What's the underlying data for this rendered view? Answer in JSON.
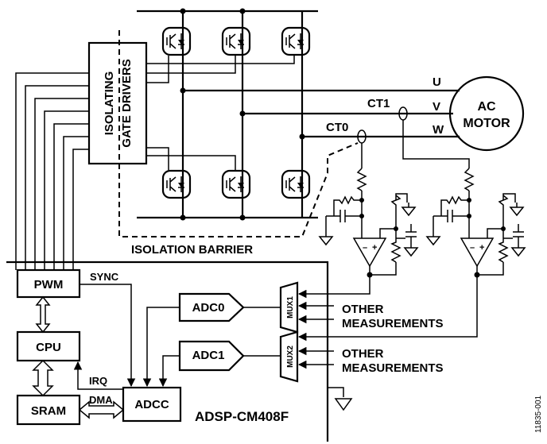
{
  "figure_id": "11835-001",
  "blocks": {
    "gate_drivers_line1": "ISOLATING",
    "gate_drivers_line2": "GATE DRIVERS",
    "isolation_barrier": "ISOLATION BARRIER",
    "motor_line1": "AC",
    "motor_line2": "MOTOR",
    "pwm": "PWM",
    "cpu": "CPU",
    "sram": "SRAM",
    "adcc": "ADCC",
    "adc0": "ADC0",
    "adc1": "ADC1",
    "mux1": "MUX1",
    "mux2": "MUX2",
    "chip_name": "ADSP-CM408F"
  },
  "phases": [
    "U",
    "V",
    "W"
  ],
  "sensors": {
    "ct1": "CT1",
    "ct0": "CT0"
  },
  "signals": {
    "sync": "SYNC",
    "irq": "IRQ",
    "dma": "DMA"
  },
  "other_measurements": {
    "line1": "OTHER",
    "line2": "MEASUREMENTS"
  }
}
